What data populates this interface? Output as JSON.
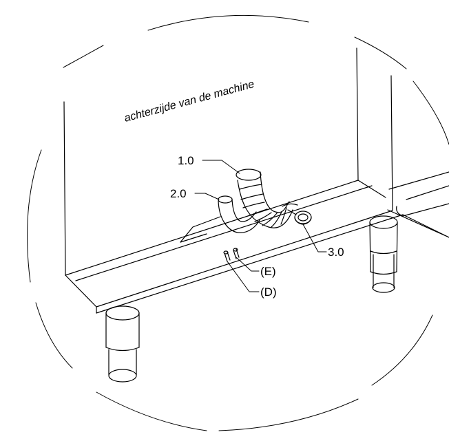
{
  "caption": "achterzijde van de machine",
  "callouts": {
    "hose_1": "1.0",
    "hose_2": "2.0",
    "fitting_3": "3.0",
    "screw_e": "(E)",
    "screw_d": "(D)"
  }
}
